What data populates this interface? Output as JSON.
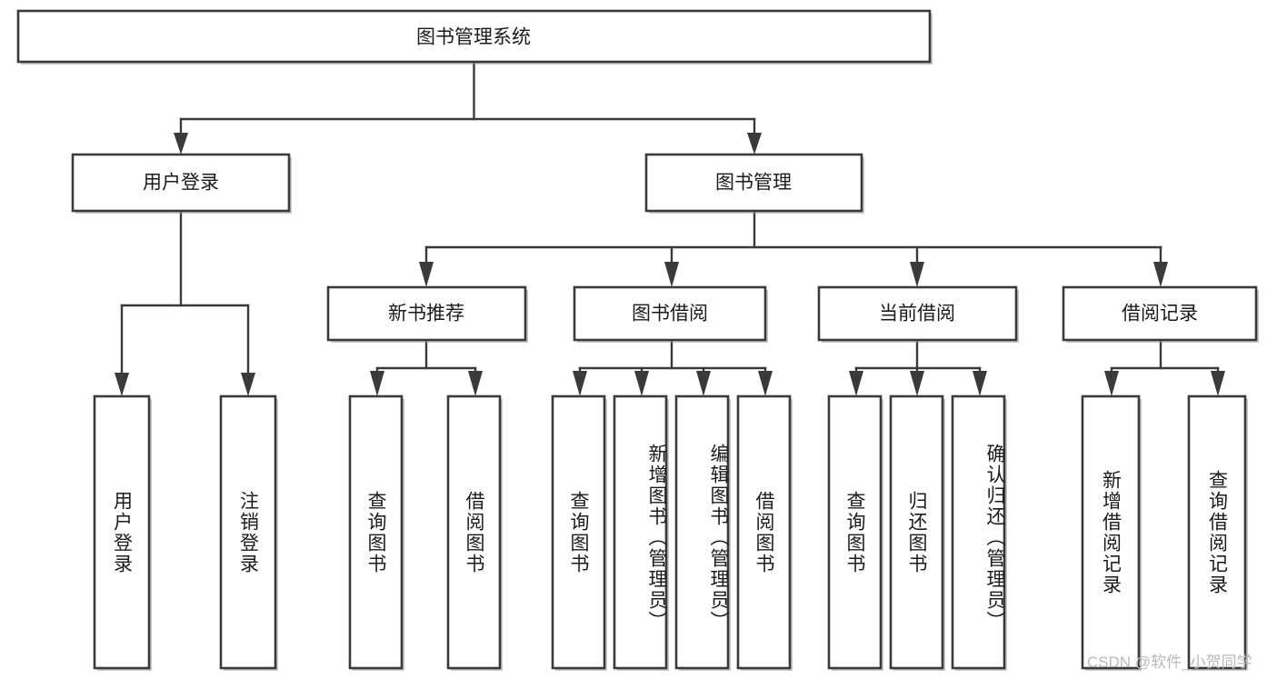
{
  "diagram": {
    "title": "图书管理系统",
    "type": "hierarchy-tree",
    "orientation": "top-down",
    "root": {
      "id": "root",
      "label": "图书管理系统"
    },
    "level2": [
      {
        "id": "user-login",
        "label": "用户登录"
      },
      {
        "id": "book-manage",
        "label": "图书管理"
      }
    ],
    "level3": [
      {
        "id": "new-book-rec",
        "label": "新书推荐",
        "parent": "book-manage"
      },
      {
        "id": "book-borrow",
        "label": "图书借阅",
        "parent": "book-manage"
      },
      {
        "id": "current-borrow",
        "label": "当前借阅",
        "parent": "book-manage"
      },
      {
        "id": "borrow-record",
        "label": "借阅记录",
        "parent": "book-manage"
      }
    ],
    "leaves": [
      {
        "id": "leaf-user-login",
        "label": "用户登录",
        "parent": "user-login"
      },
      {
        "id": "leaf-logout",
        "label": "注销登录",
        "parent": "user-login"
      },
      {
        "id": "leaf-query-book-1",
        "label": "查询图书",
        "parent": "new-book-rec"
      },
      {
        "id": "leaf-borrow-book-1",
        "label": "借阅图书",
        "parent": "new-book-rec"
      },
      {
        "id": "leaf-query-book-2",
        "label": "查询图书",
        "parent": "book-borrow"
      },
      {
        "id": "leaf-add-book",
        "label": "新增图书（管理员）",
        "parent": "book-borrow"
      },
      {
        "id": "leaf-edit-book",
        "label": "编辑图书（管理员）",
        "parent": "book-borrow"
      },
      {
        "id": "leaf-borrow-book-2",
        "label": "借阅图书",
        "parent": "book-borrow"
      },
      {
        "id": "leaf-query-book-3",
        "label": "查询图书",
        "parent": "current-borrow"
      },
      {
        "id": "leaf-return-book",
        "label": "归还图书",
        "parent": "current-borrow"
      },
      {
        "id": "leaf-confirm-return",
        "label": "确认归还（管理员）",
        "parent": "current-borrow"
      },
      {
        "id": "leaf-add-record",
        "label": "新增借阅记录",
        "parent": "borrow-record"
      },
      {
        "id": "leaf-query-record",
        "label": "查询借阅记录",
        "parent": "borrow-record"
      }
    ],
    "watermark": "CSDN @软件_小贺同学",
    "colors": {
      "box_stroke": "#3a3a3a",
      "box_fill": "#ffffff",
      "connector": "#3a3a3a",
      "text": "#1b1b1b",
      "watermark": "#b9b9b9",
      "background": "#ffffff"
    }
  }
}
